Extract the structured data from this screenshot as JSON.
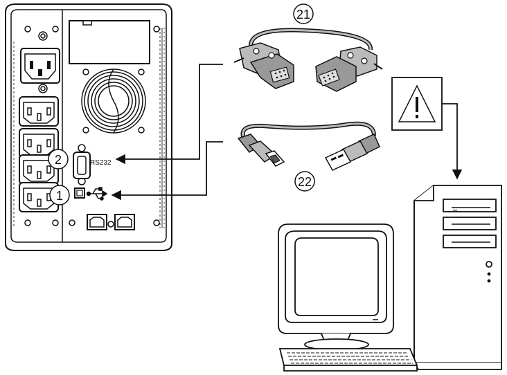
{
  "callouts": {
    "serial_port": "2",
    "usb_port": "1",
    "serial_cable": "21",
    "usb_cable": "22"
  },
  "port_labels": {
    "rs232": "RS232"
  },
  "icons": {
    "warning": "warning-triangle-icon",
    "usb": "usb-symbol-icon"
  },
  "colors": {
    "line": "#111111",
    "fill": "#ffffff",
    "dark": "#555555"
  }
}
